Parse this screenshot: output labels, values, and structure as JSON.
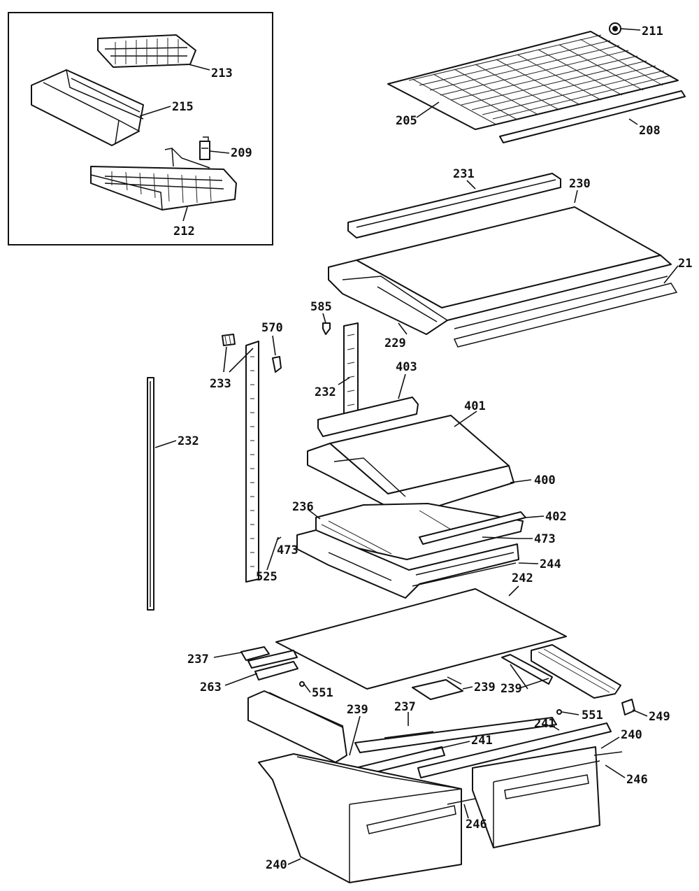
{
  "diagram": {
    "callouts": [
      {
        "id": "211",
        "text": "211"
      },
      {
        "id": "213",
        "text": "213"
      },
      {
        "id": "215",
        "text": "215"
      },
      {
        "id": "209",
        "text": "209"
      },
      {
        "id": "212",
        "text": "212"
      },
      {
        "id": "205",
        "text": "205"
      },
      {
        "id": "208",
        "text": "208"
      },
      {
        "id": "231",
        "text": "231"
      },
      {
        "id": "230",
        "text": "230"
      },
      {
        "id": "21x",
        "text": "21"
      },
      {
        "id": "585",
        "text": "585"
      },
      {
        "id": "229",
        "text": "229"
      },
      {
        "id": "570",
        "text": "570"
      },
      {
        "id": "233",
        "text": "233"
      },
      {
        "id": "232a",
        "text": "232"
      },
      {
        "id": "232b",
        "text": "232"
      },
      {
        "id": "403",
        "text": "403"
      },
      {
        "id": "401",
        "text": "401"
      },
      {
        "id": "400",
        "text": "400"
      },
      {
        "id": "236",
        "text": "236"
      },
      {
        "id": "402",
        "text": "402"
      },
      {
        "id": "473a",
        "text": "473"
      },
      {
        "id": "473b",
        "text": "473"
      },
      {
        "id": "525",
        "text": "525"
      },
      {
        "id": "244",
        "text": "244"
      },
      {
        "id": "242",
        "text": "242"
      },
      {
        "id": "237a",
        "text": "237"
      },
      {
        "id": "263",
        "text": "263"
      },
      {
        "id": "551a",
        "text": "551"
      },
      {
        "id": "239a",
        "text": "239"
      },
      {
        "id": "239b",
        "text": "239"
      },
      {
        "id": "239c",
        "text": "239"
      },
      {
        "id": "551b",
        "text": "551"
      },
      {
        "id": "249",
        "text": "249"
      },
      {
        "id": "237b",
        "text": "237"
      },
      {
        "id": "241a",
        "text": "241"
      },
      {
        "id": "241b",
        "text": "241"
      },
      {
        "id": "240a",
        "text": "240"
      },
      {
        "id": "246a",
        "text": "246"
      },
      {
        "id": "246b",
        "text": "246"
      },
      {
        "id": "240b",
        "text": "240"
      }
    ]
  }
}
